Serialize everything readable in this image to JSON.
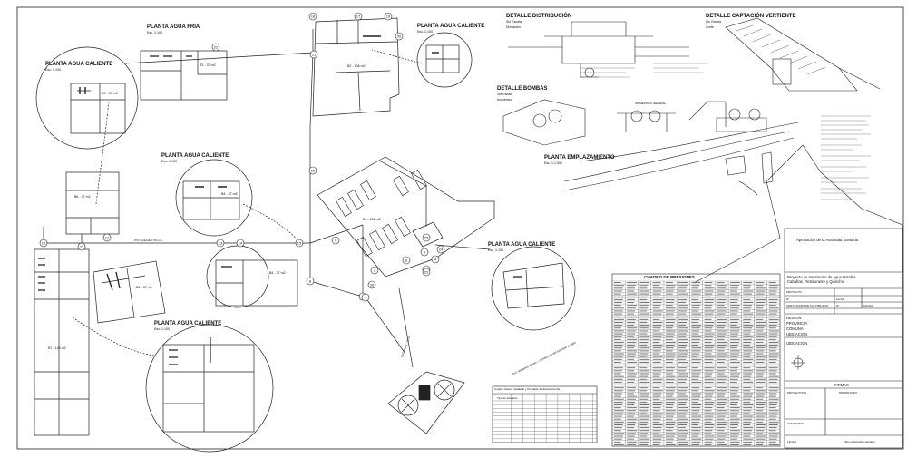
{
  "sheet": {
    "labels": {
      "fria_title": "PLANTA AGUA FRIA",
      "fria_scale": "Esc. 1:100",
      "cal_a_title": "PLANTA AGUA CALIENTE",
      "cal_a_scale": "Esc. 1:100",
      "cal_b_title": "PLANTA AGUA CALIENTE",
      "cal_b_scale": "Esc. 1:100",
      "cal_c_title": "PLANTA AGUA CALIENTE",
      "cal_c_scale": "Esc. 1:100",
      "cal_d_title": "PLANTA AGUA CALIENTE",
      "cal_d_scale": "Esc. 1:100",
      "cal_e_title": "PLANTA AGUA CALIENTE",
      "cal_e_scale": "Esc. 1:100",
      "det_dist_title": "DETALLE DISTRIBUCIÓN",
      "det_dist_scale": "Sin Escala",
      "det_dist_view": "Elevación",
      "det_capt_title": "DETALLE CAPTACIÓN VERTIENTE",
      "det_capt_scale": "Sin Escala",
      "det_capt_view": "Corte",
      "det_bomb_title": "DETALLE BOMBAS",
      "det_bomb_scale": "Sin Escala",
      "det_bomb_view": "Isométrico",
      "det_bomb_view2": "ISOMETRICO GENERAL",
      "emplaz_title": "PLANTA EMPLAZAMIENTO",
      "emplaz_scale": "Esc. 1:1.500",
      "pvc_main": "PVC Hidráulico 50 mm.",
      "pvc_diag": "PVC Hidráulico 32 mm. - Conducción del estanque al aljibe",
      "pvc_small": "PVC Hidr. L: 75 m."
    },
    "rooms": {
      "r1": "B1 - 231 m2",
      "r2": "B2 - 106 m2",
      "r3": "B3 - 37 m2",
      "r4": "B4 - 37 m2",
      "r5": "B5 - 37 m2",
      "r6": "B6 - 37 m2",
      "r7": "B7 - 143 m2"
    },
    "nodes": [
      "1",
      "2",
      "3",
      "4",
      "5",
      "6",
      "7",
      "8",
      "9",
      "10",
      "11",
      "12",
      "13",
      "14",
      "15",
      "16",
      "17",
      "18",
      "19",
      "20",
      "21",
      "22",
      "23",
      "24",
      "25",
      "26"
    ],
    "pressure_table": {
      "title": "CUADRO DE PRESIONES"
    },
    "fixtures_table": {
      "title": "Cuadro Gastos Instalado y Probable Sanitarios Ducha",
      "header": "Tipo de artefacto"
    },
    "title_block": {
      "approval": "Aprobación de la Autoridad Sanitaria",
      "project_line1": "Proyecto de Instalación de Agua Potable",
      "project_line2": "Cabañas, Restaurante y Quincho",
      "row_project": "PROYECTO",
      "row_num": "N°",
      "row_date": "Fecha",
      "row_date2": "FECHA",
      "row_cert": "CERTIFICADO DE FACTIBILIDAD",
      "row_sheet": "N°",
      "region": "REGION",
      "provincia": "PROVINCIA",
      "comuna": "COMUNA",
      "ubicacion": "UBICACION",
      "ubicacion2": "UBICACION",
      "firmas": "FIRMAS",
      "proyectista": "PROYECTISTA",
      "propietario": "PROPIETARIO",
      "contenido": "CONTENIDO",
      "lamina": "Lámina",
      "plan_note": "Plano autorizado sanitario"
    }
  }
}
